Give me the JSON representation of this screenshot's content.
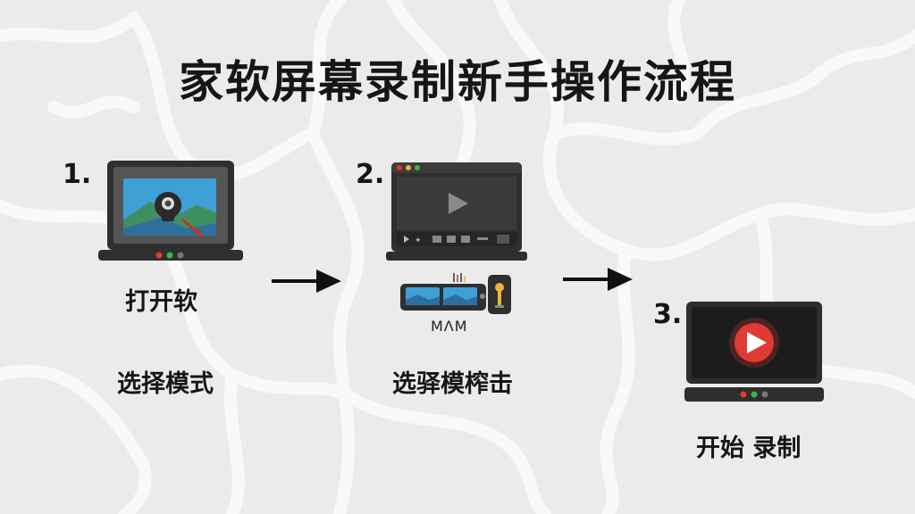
{
  "title": "家软屏幕录制新手操作流程",
  "steps": [
    {
      "number": "1.",
      "label_a": "打开软",
      "label_b": "选择模式",
      "icon": "laptop-webcam-icon"
    },
    {
      "number": "2.",
      "label_a": "MΛM",
      "label_b": "选驿模榨击",
      "icon": "video-player-icon"
    },
    {
      "number": "3.",
      "label_a": "开始 录制",
      "icon": "record-play-icon"
    }
  ],
  "colors": {
    "background": "#ebebeb",
    "cracks": "#f9f9f9",
    "device": "#2e2e2e",
    "record_red": "#e03b32",
    "arrow": "#111111"
  }
}
